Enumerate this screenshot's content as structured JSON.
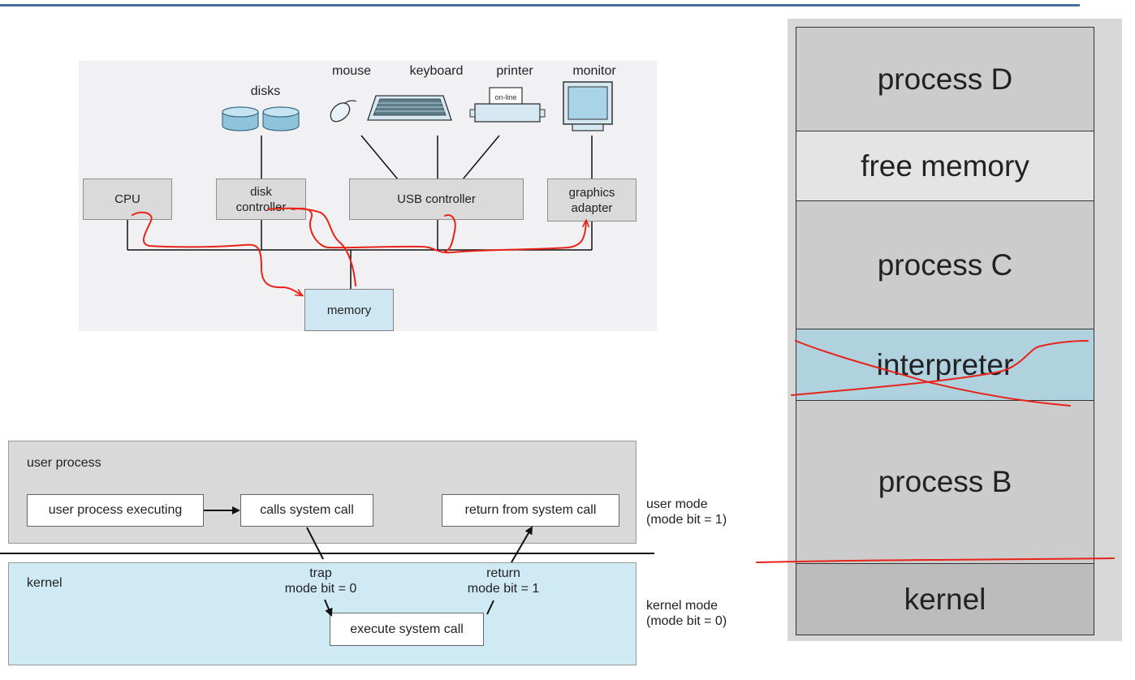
{
  "system": {
    "devices": {
      "disks": "disks",
      "mouse": "mouse",
      "keyboard": "keyboard",
      "printer": "printer",
      "printer_panel": "on-line",
      "monitor": "monitor"
    },
    "controllers": {
      "cpu": "CPU",
      "disk_controller": "disk\ncontroller",
      "usb_controller": "USB controller",
      "graphics_adapter": "graphics\nadapter"
    },
    "memory": "memory"
  },
  "modes": {
    "user_process_title": "user process",
    "user_process_executing": "user process executing",
    "calls_system_call": "calls system call",
    "return_from_system_call": "return from system call",
    "user_mode": "user mode\n(mode bit = 1)",
    "kernel_title": "kernel",
    "trap": "trap\nmode bit = 0",
    "return": "return\nmode bit = 1",
    "execute_system_call": "execute system call",
    "kernel_mode": "kernel mode\n(mode bit = 0)"
  },
  "memory_layout": [
    {
      "label": "process D",
      "color": "#cccccc"
    },
    {
      "label": "free memory",
      "color": "#e4e4e4"
    },
    {
      "label": "process C",
      "color": "#cccccc"
    },
    {
      "label": "interpreter",
      "color": "#b0d2df"
    },
    {
      "label": "process B",
      "color": "#cccccc"
    },
    {
      "label": "kernel",
      "color": "#bcbcbc"
    }
  ],
  "colors": {
    "annotation": "#e8231a",
    "header_rule": "#4a6f9c"
  }
}
